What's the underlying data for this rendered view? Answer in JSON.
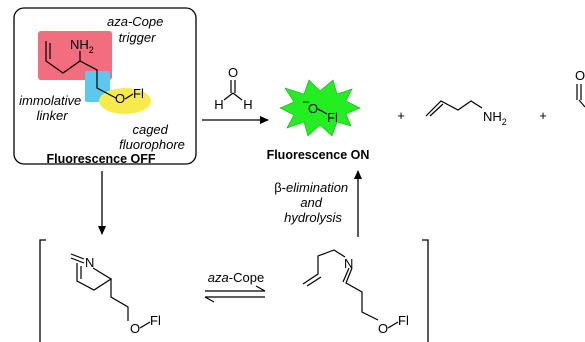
{
  "box": {
    "amine": "NH",
    "amine_sub": "2",
    "trigger_line1": "aza-Cope",
    "trigger_line2": "trigger",
    "linker_line1": "immolative",
    "linker_line2": "linker",
    "caged_line1": "caged",
    "caged_line2": "fluorophore",
    "ofl_O": "O",
    "ofl_Fl": "Fl",
    "status": "Fluorescence OFF"
  },
  "formaldehyde": {
    "O": "O",
    "H_left": "H",
    "H_right": "H"
  },
  "product": {
    "minus": "–",
    "O": "O",
    "Fl": "Fl",
    "status": "Fluorescence ON",
    "plus1": "+",
    "plus2": "+",
    "amine": "NH",
    "amine_sub": "2",
    "aldehyde_O": "O"
  },
  "mechanism": {
    "step_up_line1_prefix": "β-",
    "step_up_line1": "elimination",
    "step_up_line2": "and",
    "step_up_line3": "hydrolysis",
    "rearrangement_prefix": "aza",
    "rearrangement_suffix": "-Cope",
    "imine1_N": "N",
    "imine2_N": "N",
    "ofl1_O": "O",
    "ofl1_Fl": "Fl",
    "ofl2_O": "O",
    "ofl2_Fl": "Fl"
  },
  "colors": {
    "trigger_highlight": "#f26d7d",
    "linker_highlight": "#5bc8f0",
    "fluorophore_highlight": "#f7ea4a",
    "fluorescent_burst": "#22ee22"
  }
}
